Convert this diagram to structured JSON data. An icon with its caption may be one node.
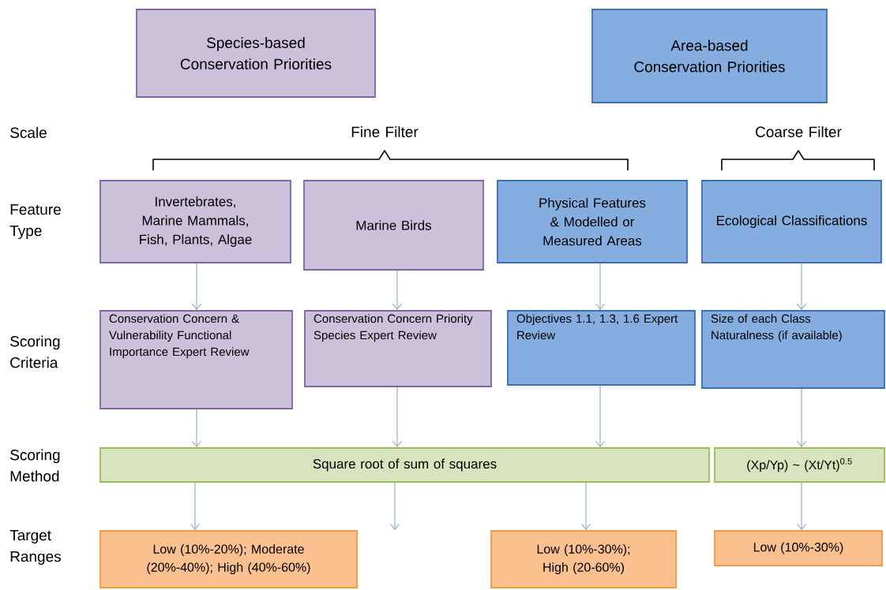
{
  "diagram": {
    "nodes": [
      {
        "text": [
          "Species-based Conservation Priorities"
        ]
      },
      {
        "text": [
          "Area-based Conservation Priorities"
        ]
      },
      {
        "text": [
          "Invertebrates, Marine Mammals, Fish, Plants, Algae"
        ]
      },
      {
        "text": [
          "Marine Birds"
        ]
      },
      {
        "text": [
          "Physical Features & Modelled or Measured Areas"
        ]
      },
      {
        "text": [
          "Ecological Classifications"
        ]
      },
      {
        "text": [
          "Conservation Concern & Vulnerability Functional Importance Expert Review"
        ]
      },
      {
        "text": [
          "Conservation Concern Priority Species Expert Review"
        ]
      },
      {
        "text": [
          "Objectives 1.1, 1.3, 1.6 Expert Review"
        ]
      },
      {
        "text": [
          "Size of each Class Naturalness (if available)"
        ]
      },
      {
        "text": [
          "Square root of sum of squares"
        ]
      },
      {
        "text": [
          "(Xp/Yp) ~ (Xt/Yt)$^{0.5}$"
        ]
      },
      {
        "text": [
          "Low (10%-20%); Moderate (20%-40%); High (40%-60%)"
        ]
      },
      {
        "text": [
          "Low (10%-30%); High (20-60%)"
        ]
      },
      {
        "text": [
          "Low (10%-30%)"
        ]
      }
    ],
    "edges": [
      {
        "from": 2,
        "to": 6,
        "arrow": "to"
      },
      {
        "from": 3,
        "to": 7,
        "arrow": "to"
      },
      {
        "from": 4,
        "to": 8,
        "arrow": "to"
      },
      {
        "from": 5,
        "to": 9,
        "arrow": "to"
      },
      {
        "from": 6,
        "to": 10,
        "arrow": "to"
      },
      {
        "from": 7,
        "to": 10,
        "arrow": "to"
      },
      {
        "from": 8,
        "to": 10,
        "arrow": "to"
      },
      {
        "from": 9,
        "to": 11,
        "arrow": "to"
      },
      {
        "from": 10,
        "to": 12,
        "arrow": "to"
      },
      {
        "from": 10,
        "to": 12,
        "arrow": "to"
      },
      {
        "from": 10,
        "to": 13,
        "arrow": "to"
      },
      {
        "from": 11,
        "to": 14,
        "arrow": "to"
      }
    ],
    "labels": [
      "Scale",
      "Fine Filter",
      "Coarse Filter",
      "Feature Type",
      "Scoring Criteria",
      "Scoring Method",
      "Target Ranges"
    ]
  }
}
